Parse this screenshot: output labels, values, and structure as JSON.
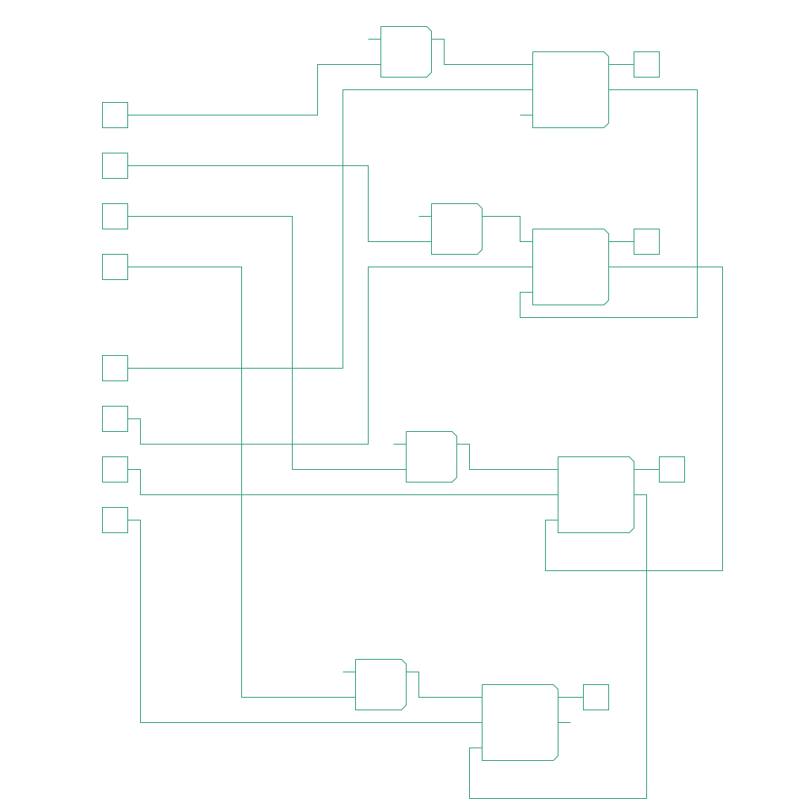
{
  "diagram": {
    "type": "logic-circuit",
    "stroke_color": "#2e9d78",
    "background_color": "#ffffff",
    "input_count": 8,
    "output_count": 4,
    "small_gate_count": 4,
    "large_block_count": 4
  }
}
